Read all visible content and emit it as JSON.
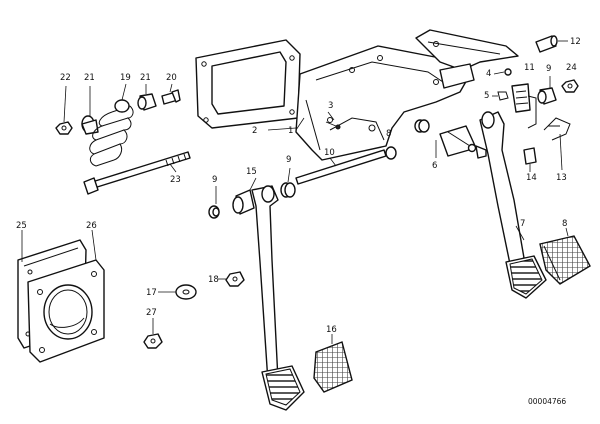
{
  "callouts": {
    "c1": "1",
    "c2": "2",
    "c3": "3",
    "c4": "4",
    "c5": "5",
    "c6": "6",
    "c7": "7",
    "c8a": "8",
    "c8b": "8",
    "c9a": "9",
    "c9b": "9",
    "c9c": "9",
    "c10": "10",
    "c11": "11",
    "c12": "12",
    "c13": "13",
    "c14": "14",
    "c15": "15",
    "c16": "16",
    "c17": "17",
    "c18": "18",
    "c19": "19",
    "c20": "20",
    "c21a": "21",
    "c21b": "21",
    "c22": "22",
    "c23": "23",
    "c24": "24",
    "c25": "25",
    "c26": "26",
    "c27": "27"
  },
  "document_id": "00004766"
}
